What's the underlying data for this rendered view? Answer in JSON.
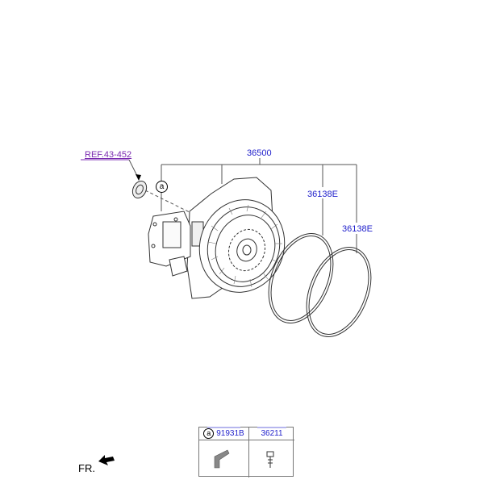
{
  "diagram": {
    "type": "exploded parts diagram",
    "subject": "Electric drive motor assembly with O-rings",
    "reference_label": "REF.43-452",
    "callouts": [
      {
        "id": "36500",
        "label": "36500",
        "desc": "Motor assembly"
      },
      {
        "id": "36138E_1",
        "label": "36138E",
        "desc": "O-ring (inner)"
      },
      {
        "id": "36138E_2",
        "label": "36138E",
        "desc": "O-ring (outer)"
      }
    ],
    "circle_marker": "a",
    "orientation_label": "FR.",
    "parts_table": {
      "columns": [
        {
          "marker": "a",
          "part_no": "91931B",
          "icon": "bracket-icon"
        },
        {
          "marker": "",
          "part_no": "36211",
          "icon": "bolt-icon"
        }
      ]
    },
    "colors": {
      "callout_text": "#2222cc",
      "reference_text": "#7a2ab0",
      "line": "#555555"
    }
  }
}
